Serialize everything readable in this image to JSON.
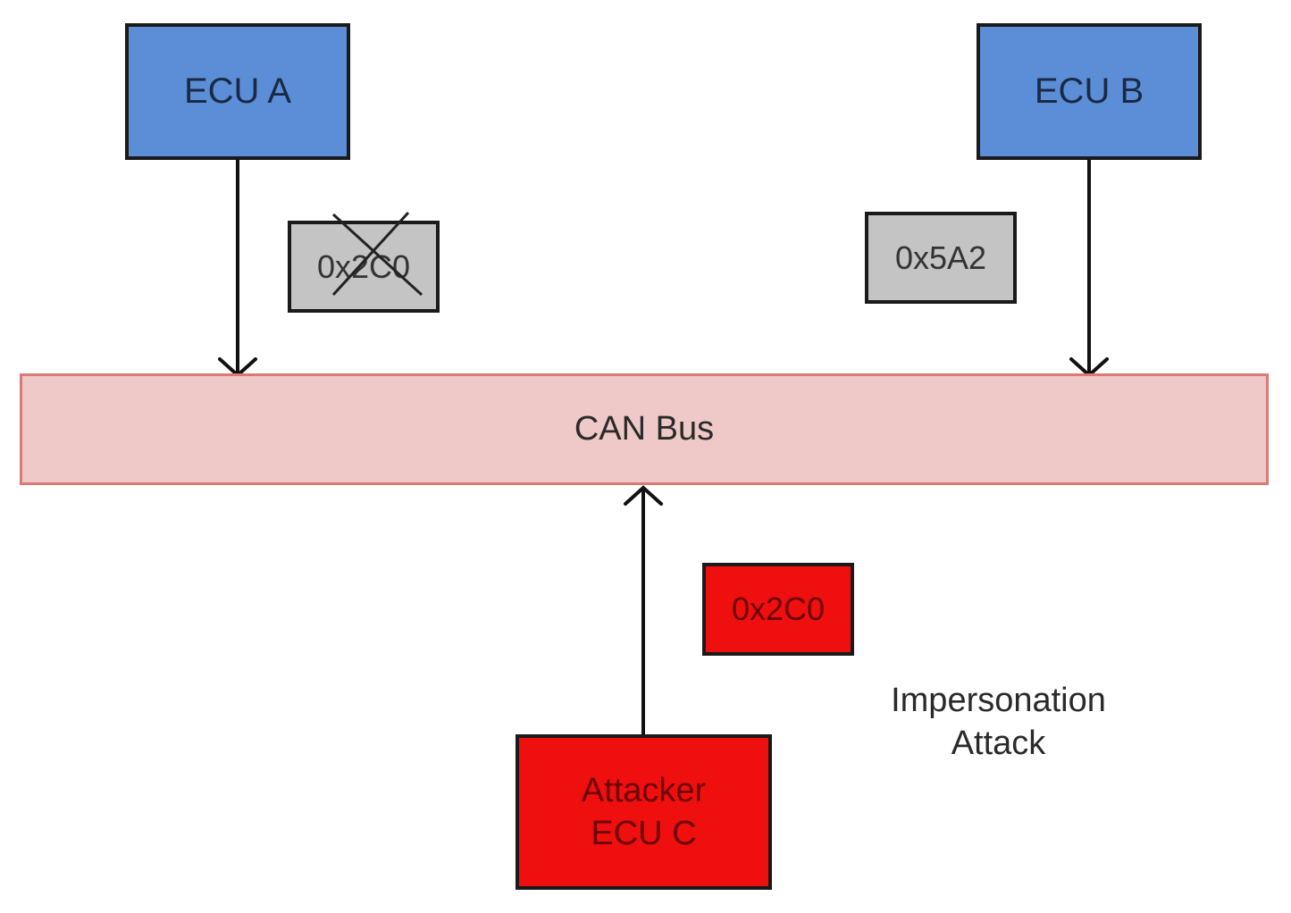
{
  "ecu_a": {
    "label": "ECU A"
  },
  "ecu_b": {
    "label": "ECU B"
  },
  "blocked_message": {
    "id": "0x2C0"
  },
  "ecu_b_message": {
    "id": "0x5A2"
  },
  "bus": {
    "label": "CAN Bus"
  },
  "attack_message": {
    "id": "0x2C0"
  },
  "attacker": {
    "line1": "Attacker",
    "line2": "ECU C"
  },
  "attack_label": {
    "line1": "Impersonation",
    "line2": "Attack"
  },
  "colors": {
    "ecu_fill": "#5b8ed6",
    "message_fill": "#c4c4c4",
    "bus_fill": "#efc8c8",
    "bus_border": "#d97a74",
    "attacker_fill": "#ef0f0f"
  }
}
